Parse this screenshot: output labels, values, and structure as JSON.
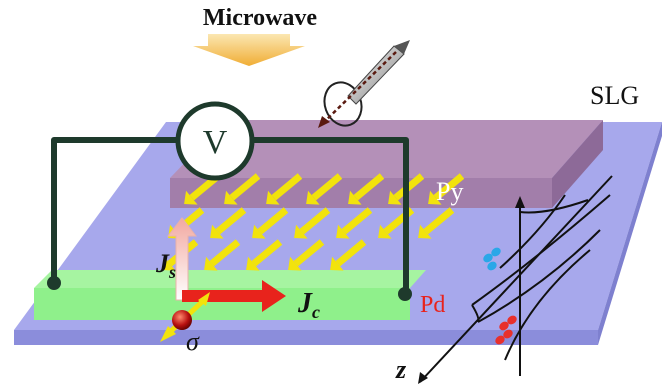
{
  "labels": {
    "microwave": "Microwave",
    "voltmeter": "V",
    "slg": "SLG",
    "py": "Py",
    "pd": "Pd",
    "js_main": "J",
    "js_sub": "s",
    "jc_main": "J",
    "jc_sub": "c",
    "sigma": "σ",
    "z": "z"
  },
  "colors": {
    "substrate_top": "#a7a8ec",
    "substrate_side": "#7e80cf",
    "py_top": "#b490b8",
    "py_side": "#9a78a4",
    "pd": "#8ff08b",
    "spin_arrow": "#f2e30c",
    "jc_arrow": "#e8231c",
    "js_arrow": "#f6c9c0",
    "circuit": "#1e3a2c",
    "microwave_arrow": "#f0b23c",
    "spin_up": "#2aa7e8",
    "spin_down": "#e8302c"
  },
  "icons": [
    "microwave-arrow-icon",
    "magnetization-cone-icon",
    "voltmeter-icon",
    "band-cone-icon",
    "sigma-spin-icon"
  ]
}
